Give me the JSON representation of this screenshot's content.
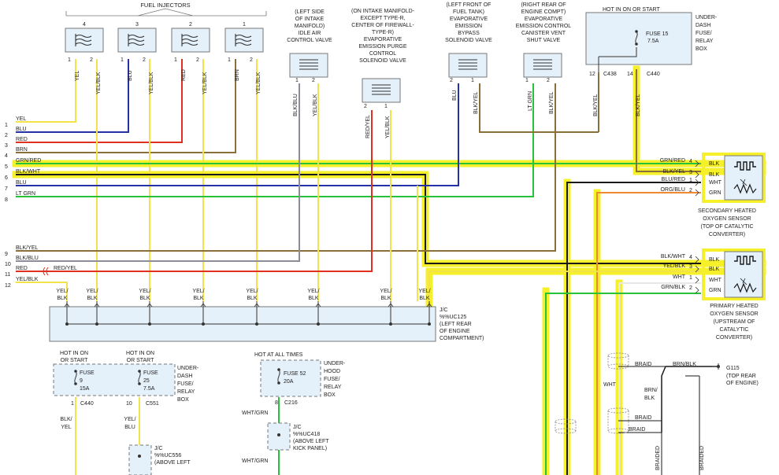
{
  "colors": {
    "yel": "#f2e34a",
    "blu": "#2431a8",
    "red": "#e03020",
    "brn": "#8a6f3b",
    "grn": "#27c23a",
    "blk": "#1a1a1a",
    "gray": "#8c8c9a",
    "org": "#f08a30",
    "highlight": "#f5f02a",
    "box": "#e4f0fa"
  },
  "title": {
    "fuel_injectors": "FUEL INJECTORS"
  },
  "injectors": [
    {
      "num": "4",
      "pin1": "1",
      "pin2": "2",
      "w1": "YEL",
      "w2": "YEL/BLK"
    },
    {
      "num": "3",
      "pin1": "1",
      "pin2": "2",
      "w1": "BLU",
      "w2": "YEL/BLK"
    },
    {
      "num": "2",
      "pin1": "1",
      "pin2": "2",
      "w1": "RED",
      "w2": "YEL/BLK"
    },
    {
      "num": "1",
      "pin1": "1",
      "pin2": "2",
      "w1": "BRN",
      "w2": "YEL/BLK"
    }
  ],
  "iac": {
    "label": [
      "(LEFT SIDE",
      "OF INTAKE",
      "MANIFOLD)",
      "IDLE AIR",
      "CONTROL VALVE"
    ],
    "pin1": "1",
    "pin2": "2",
    "w1": "BLK/BLU",
    "w2": "YEL/BLK"
  },
  "purge": {
    "label": [
      "(ON INTAKE MANIFOLD-",
      "EXCEPT TYPE-R,",
      "CENTER OF FIREWALL-",
      "TYPE-R)",
      "EVAPORATIVE",
      "EMISSION PURGE",
      "CONTROL",
      "SOLENOID VALVE"
    ],
    "pin1": "2",
    "pin2": "1",
    "w1": "RED/YEL",
    "w2": "YEL/BLK"
  },
  "bypass": {
    "label": [
      "(LEFT FRONT OF",
      "FUEL TANK)",
      "EVAPORATIVE",
      "EMISSION",
      "BYPASS",
      "SOLENOID VALVE"
    ],
    "pin1": "2",
    "pin2": "1",
    "w1": "BLU",
    "w2": "BLK/YEL"
  },
  "vent": {
    "label": [
      "(RIGHT REAR OF",
      "ENGINE COMPT)",
      "EVAPORATIVE",
      "EMISSION CONTROL",
      "CANISTER VENT",
      "SHUT VALVE"
    ],
    "pin1": "1",
    "pin2": "2",
    "w1": "LT GRN",
    "w2": "BLK/YEL"
  },
  "fuse_box_top": {
    "hot": "HOT IN ON OR START",
    "fuse": "FUSE 15",
    "amp": "7.5A",
    "box_label": [
      "UNDER-",
      "DASH",
      "FUSE/",
      "RELAY",
      "BOX"
    ],
    "c1_pin": "12",
    "c1": "C438",
    "c2_pin": "14",
    "c2": "C440",
    "w1": "BLK/YEL",
    "w2": "BLK/YEL"
  },
  "wire_lines": [
    {
      "num": "1",
      "label": "YEL"
    },
    {
      "num": "2",
      "label": "BLU"
    },
    {
      "num": "3",
      "label": "RED"
    },
    {
      "num": "4",
      "label": "BRN"
    },
    {
      "num": "5",
      "label": "GRN/RED"
    },
    {
      "num": "6",
      "label": "BLK/WHT"
    },
    {
      "num": "7",
      "label": "BLU"
    },
    {
      "num": "8",
      "label": "LT GRN"
    },
    {
      "num": "9",
      "label": "BLK/YEL"
    },
    {
      "num": "10",
      "label": "BLK/BLU"
    },
    {
      "num": "11",
      "label": "RED"
    },
    {
      "num": "12",
      "label": "YEL/BLK"
    }
  ],
  "red_yel_label": "RED/YEL",
  "secondary_sensor": {
    "pins": [
      {
        "wire": "GRN/RED",
        "pin": "4",
        "term": "BLK"
      },
      {
        "wire": "BLK/YEL",
        "pin": "3",
        "term": "BLK"
      },
      {
        "wire": "BLU/RED",
        "pin": "1",
        "term": "WHT"
      },
      {
        "wire": "ORG/BLU",
        "pin": "2",
        "term": "GRN"
      }
    ],
    "label": [
      "SECONDARY HEATED",
      "OXYGEN SENSOR",
      "(TOP OF CATALYTIC",
      "CONVERTER)"
    ]
  },
  "primary_sensor": {
    "pins": [
      {
        "wire": "BLK/WHT",
        "pin": "4",
        "term": "BLK"
      },
      {
        "wire": "YEL/BLK",
        "pin": "3",
        "term": "BLK"
      },
      {
        "wire": "WHT",
        "pin": "1",
        "term": "WHT"
      },
      {
        "wire": "GRN/BLK",
        "pin": "2",
        "term": "GRN"
      }
    ],
    "label": [
      "PRIMARY HEATED",
      "OXYGEN SENSOR",
      "(UPSTREAM OF",
      "CATALYTIC",
      "CONVERTER)"
    ]
  },
  "jc_top": {
    "labels": [
      [
        "YEL/",
        "BLK"
      ],
      [
        "YEL/",
        "BLK"
      ],
      [
        "YEL/",
        "BLK"
      ],
      [
        "YEL/",
        "BLK"
      ],
      [
        "YEL/",
        "BLK"
      ],
      [
        "YEL/",
        "BLK"
      ],
      [
        "YEL/",
        "BLK"
      ],
      [
        "YEL/",
        "BLK"
      ]
    ],
    "desc": [
      "J/C",
      "%%UC125",
      "(LEFT REAR",
      "OF ENGINE",
      "COMPARTMENT)"
    ]
  },
  "fuse9": {
    "hot": [
      "HOT IN ON",
      "OR START"
    ],
    "fuse": [
      "FUSE",
      "9",
      "15A"
    ],
    "pin": "1",
    "conn": "C440",
    "wire": [
      "BLK/",
      "YEL"
    ]
  },
  "fuse25": {
    "hot": [
      "HOT IN ON",
      "OR START"
    ],
    "fuse": [
      "FUSE",
      "25",
      "7.5A"
    ],
    "pin": "10",
    "conn": "C551",
    "wire": [
      "YEL/",
      "BLU"
    ],
    "box_label": [
      "UNDER-",
      "DASH",
      "FUSE/",
      "RELAY",
      "BOX"
    ]
  },
  "fuse52": {
    "hot": "HOT AT ALL TIMES",
    "fuse": [
      "FUSE 52",
      "20A"
    ],
    "pin": "8",
    "conn": "C216",
    "wire": "WHT/GRN",
    "box_label": [
      "UNDER-",
      "HOOD",
      "FUSE/",
      "RELAY",
      "BOX"
    ]
  },
  "jc_uc418": {
    "desc": [
      "J/C",
      "%%UC418",
      "(ABOVE LEFT",
      "KICK PANEL)"
    ],
    "wire": "WHT/GRN"
  },
  "jc_uc556": {
    "desc": [
      "J/C",
      "%%UC556",
      "(ABOVE LEFT"
    ]
  },
  "ground": {
    "braid1": "BRAID",
    "grnblk": "BRN/BLK",
    "g": "G115",
    "g_desc": [
      "(TOP REAR",
      "OF ENGINE)"
    ],
    "wht": "WHT",
    "brnblk2": [
      "BRN/",
      "BLK"
    ],
    "braid2": "BRAID",
    "braid3": "BRAID",
    "braided1": "BRAIDED",
    "braided2": "BRAIDED"
  }
}
